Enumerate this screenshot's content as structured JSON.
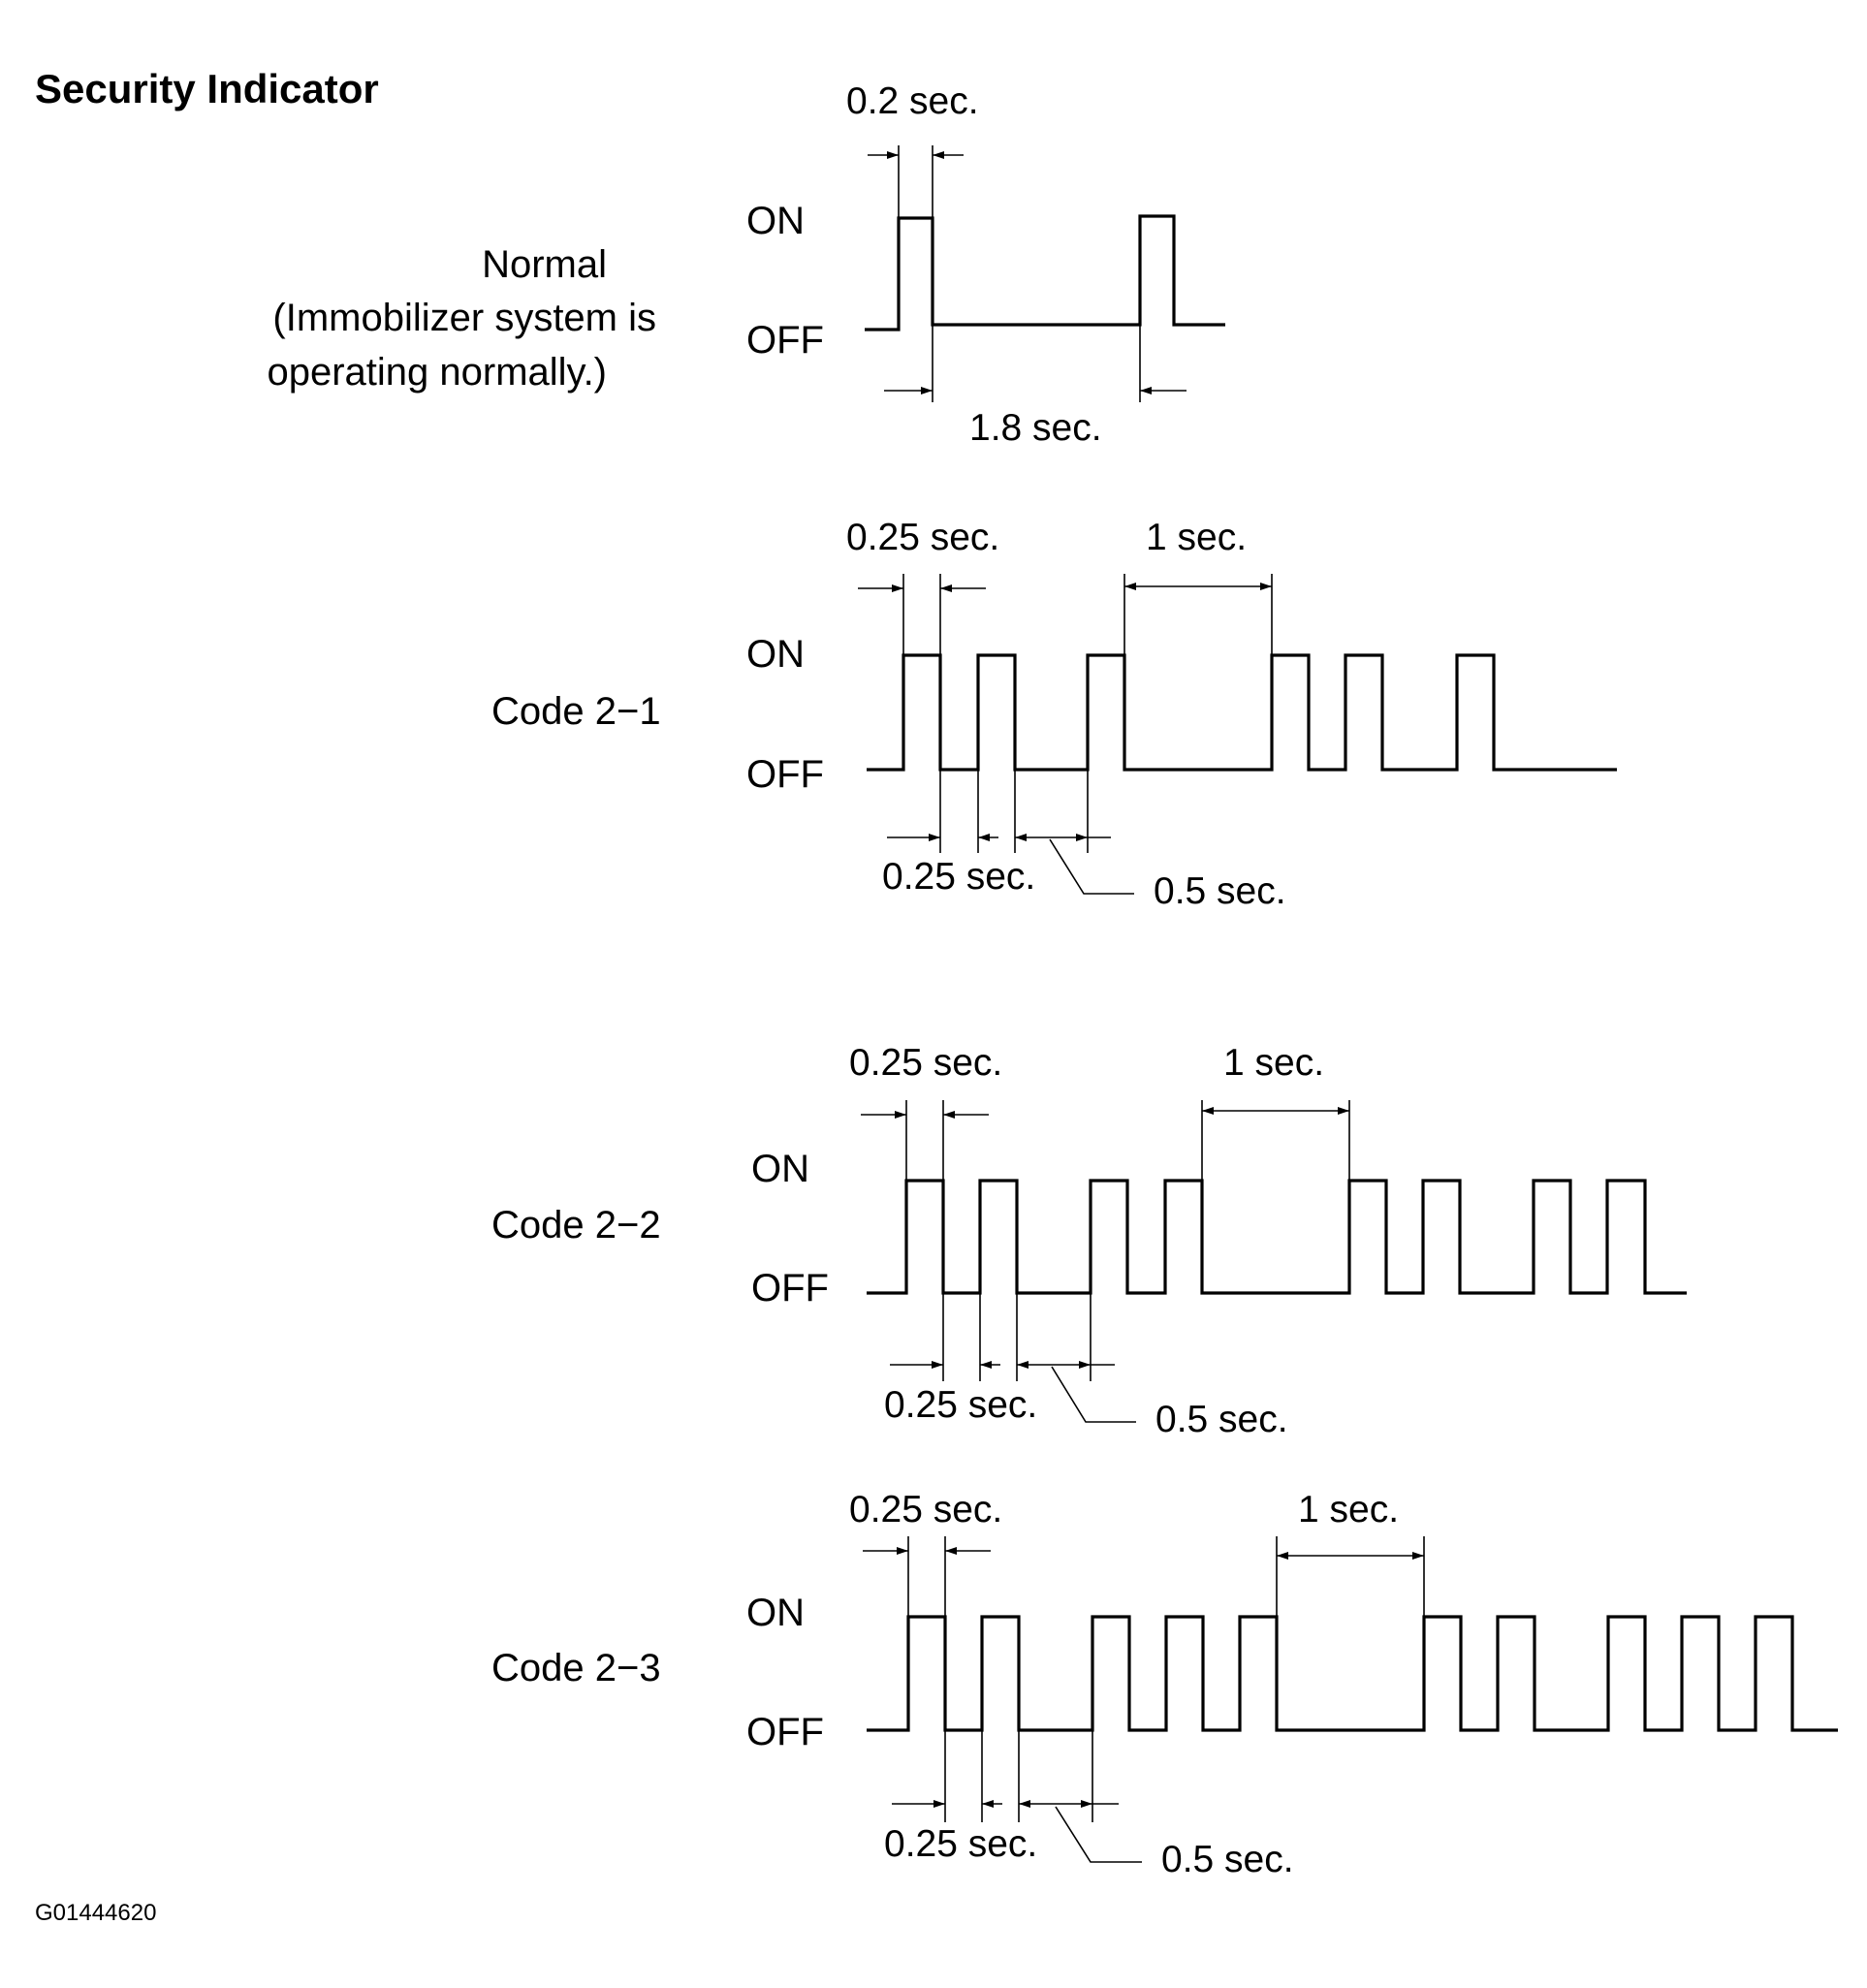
{
  "title": "Security Indicator",
  "figure_id": "G01444620",
  "state_on": "ON",
  "state_off": "OFF",
  "diagrams": [
    {
      "label_lines": [
        "Normal",
        "(Immobilizer system is",
        "operating normally.)"
      ],
      "time_labels": [
        "0.2 sec.",
        "1.8 sec."
      ],
      "on_off_seconds": [
        0.2,
        1.8
      ]
    },
    {
      "label_lines": [
        "Code 2−1"
      ],
      "time_labels": [
        "0.25 sec.",
        "1 sec.",
        "0.25 sec.",
        "0.5 sec."
      ],
      "on_off_seconds": [
        0.25,
        0.25,
        0.25,
        0.5,
        0.25,
        1,
        0.25,
        0.25,
        0.25,
        0.5,
        0.25
      ]
    },
    {
      "label_lines": [
        "Code 2−2"
      ],
      "time_labels": [
        "0.25 sec.",
        "1 sec.",
        "0.25 sec.",
        "0.5 sec."
      ],
      "on_off_seconds": [
        0.25,
        0.25,
        0.25,
        0.5,
        0.25,
        0.25,
        0.25,
        1,
        0.25,
        0.25,
        0.25,
        0.5,
        0.25,
        0.25,
        0.25
      ]
    },
    {
      "label_lines": [
        "Code 2−3"
      ],
      "time_labels": [
        "0.25 sec.",
        "1 sec.",
        "0.25 sec.",
        "0.5 sec."
      ],
      "on_off_seconds": [
        0.25,
        0.25,
        0.25,
        0.5,
        0.25,
        0.25,
        0.25,
        0.25,
        0.25,
        1,
        0.25,
        0.25,
        0.25,
        0.5,
        0.25,
        0.25,
        0.25,
        0.25,
        0.25
      ]
    }
  ]
}
